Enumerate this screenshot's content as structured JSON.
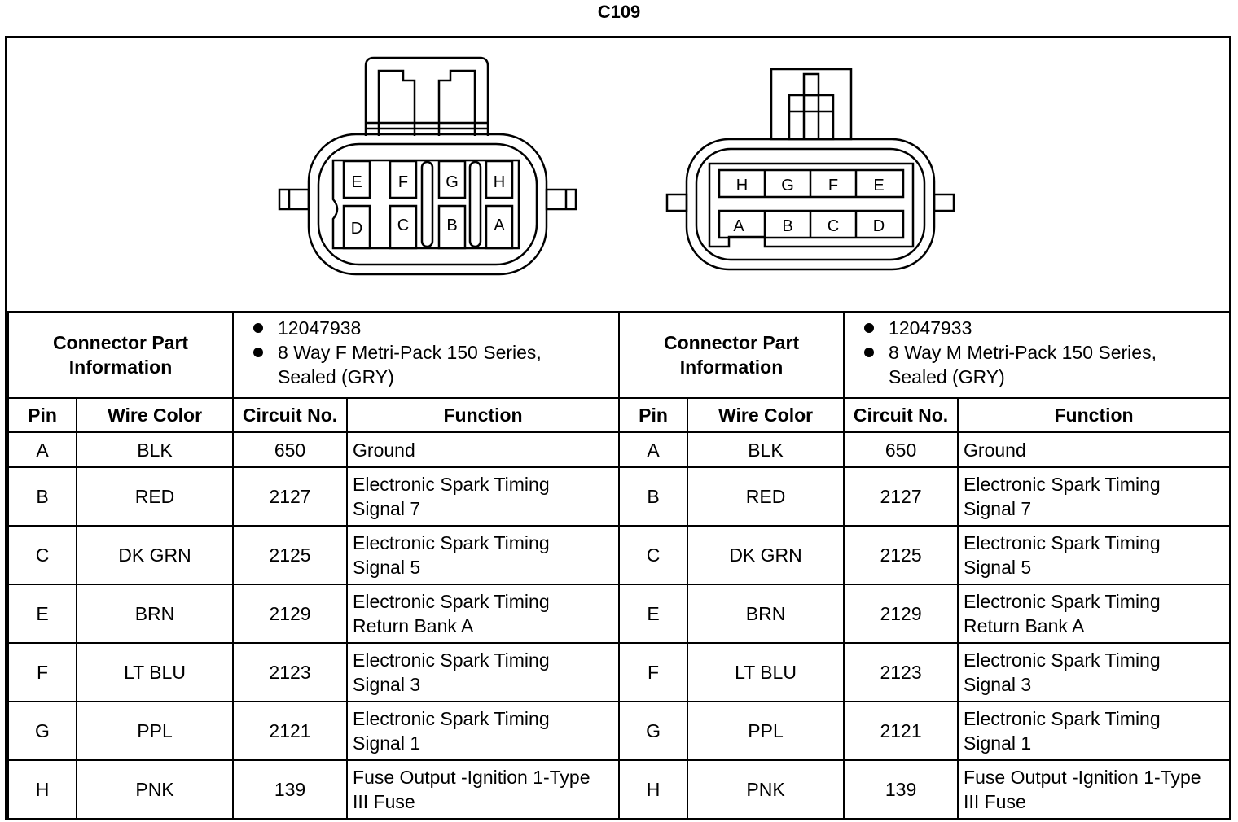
{
  "title": "C109",
  "connectors": [
    {
      "info_label_line1": "Connector Part",
      "info_label_line2": "Information",
      "part_number": "12047938",
      "description_line1": "8 Way F Metri-Pack 150 Series,",
      "description_line2": "Sealed (GRY)",
      "cavities_top": [
        "E",
        "F",
        "G",
        "H"
      ],
      "cavities_bottom": [
        "D",
        "C",
        "B",
        "A"
      ]
    },
    {
      "info_label_line1": "Connector Part",
      "info_label_line2": "Information",
      "part_number": "12047933",
      "description_line1": "8 Way M Metri-Pack 150 Series,",
      "description_line2": "Sealed (GRY)",
      "cavities_top": [
        "H",
        "G",
        "F",
        "E"
      ],
      "cavities_bottom": [
        "A",
        "B",
        "C",
        "D"
      ]
    }
  ],
  "headers": {
    "pin": "Pin",
    "wire_color": "Wire Color",
    "circuit": "Circuit No.",
    "function": "Function"
  },
  "rows": [
    {
      "pin": "A",
      "color": "BLK",
      "circuit": "650",
      "fn1": "Ground",
      "fn2": ""
    },
    {
      "pin": "B",
      "color": "RED",
      "circuit": "2127",
      "fn1": "Electronic Spark Timing",
      "fn2": "Signal 7"
    },
    {
      "pin": "C",
      "color": "DK GRN",
      "circuit": "2125",
      "fn1": "Electronic Spark Timing",
      "fn2": "Signal 5"
    },
    {
      "pin": "E",
      "color": "BRN",
      "circuit": "2129",
      "fn1": "Electronic Spark Timing",
      "fn2": "Return Bank A"
    },
    {
      "pin": "F",
      "color": "LT BLU",
      "circuit": "2123",
      "fn1": "Electronic Spark Timing",
      "fn2": "Signal 3"
    },
    {
      "pin": "G",
      "color": "PPL",
      "circuit": "2121",
      "fn1": "Electronic Spark Timing",
      "fn2": "Signal 1"
    },
    {
      "pin": "H",
      "color": "PNK",
      "circuit": "139",
      "fn1": "Fuse Output -Ignition 1-Type",
      "fn2": "III Fuse"
    }
  ]
}
